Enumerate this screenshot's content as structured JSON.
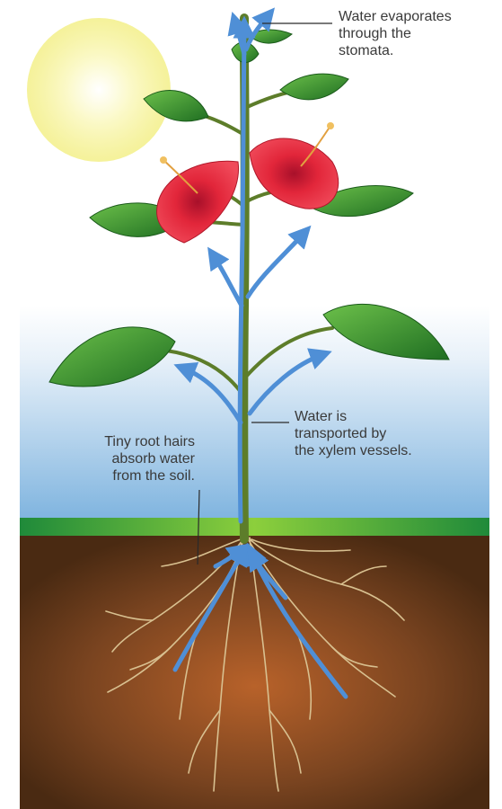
{
  "labels": {
    "stomata": "Water evaporates\nthrough the\nstomata.",
    "xylem": "Water is\ntransported by\nthe xylem vessels.",
    "roots": "Tiny root hairs\nabsorb water\nfrom the soil."
  },
  "colors": {
    "sky_top": "#ffffff",
    "sky_bottom": "#7fb4df",
    "grass": "#2e9e45",
    "soil_top": "#5a3418",
    "soil_center": "#b8622a",
    "stem": "#5d7d2a",
    "water_arrow": "#4f8fd6",
    "leaf": "#2f8a2a",
    "petal": "#e2263a",
    "sun": "#f6f49a",
    "root": "#d8c090"
  }
}
